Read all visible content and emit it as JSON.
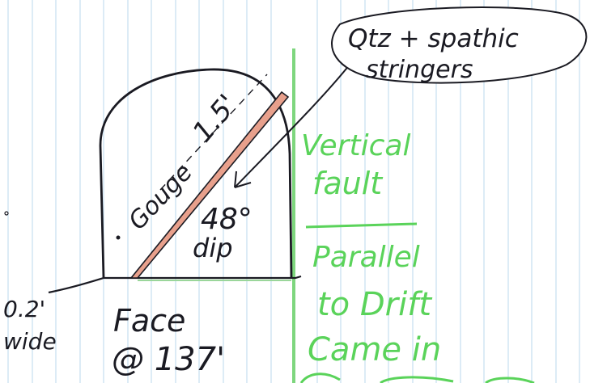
{
  "callout": {
    "line1": "Qtz + spathic",
    "line2": "stringers"
  },
  "drawing": {
    "gouge_label": "Gouge",
    "width_label": "1.5'",
    "dip_value": "48°",
    "dip_word": "dip",
    "face_line1": "Face",
    "face_line2": "@ 137'",
    "left_note_line1": "0.2'",
    "left_note_line2": "wide"
  },
  "green_notes": {
    "line1": "Vertical",
    "line2": "fault",
    "line3": "Parallel",
    "line4": "to Drift",
    "line5": "Came in"
  },
  "colors": {
    "paper": "#ffffff",
    "rule_lines": "#c6def0",
    "margin_line": "#7ed67e",
    "ink": "#1a1a22",
    "green_ink": "#5ad35a",
    "vein_fill": "#e8a08c"
  }
}
